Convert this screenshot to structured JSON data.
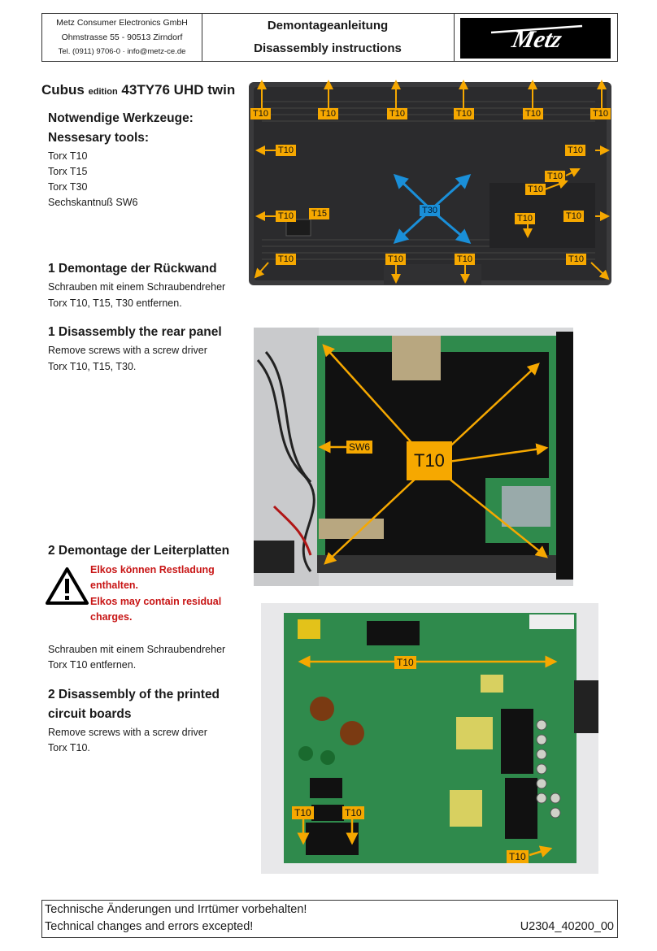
{
  "header": {
    "company": "Metz Consumer Electronics GmbH",
    "street": "Ohmstrasse 55 - 90513 Zirndorf",
    "contact": "Tel. (0911) 9706-0 · info@metz-ce.de",
    "title_de": "Demontageanleitung",
    "title_en": "Disassembly instructions",
    "logo_text": "Metz"
  },
  "model": {
    "prefix": "Cubus",
    "edition": "edition",
    "name": "43TY76 UHD twin"
  },
  "tools": {
    "heading_de": "Notwendige Werkzeuge:",
    "heading_en": "Nessesary tools:",
    "items": [
      "Torx T10",
      "Torx T15",
      "Torx T30",
      "Sechskantnuß SW6"
    ]
  },
  "step1": {
    "heading_de": "1 Demontage der Rückwand",
    "text_de_1": "Schrauben mit einem Schraubendreher",
    "text_de_2": "Torx T10, T15, T30 entfernen.",
    "heading_en": "1 Disassembly the rear panel",
    "text_en_1": "Remove screws with a screw driver",
    "text_en_2": "Torx T10, T15, T30."
  },
  "step2": {
    "heading_de": "2 Demontage der Leiterplatten",
    "warning": [
      "Elkos können Restladung",
      "enthalten.",
      "Elkos may contain residual",
      "charges."
    ],
    "text_de_1": "Schrauben mit einem Schraubendreher",
    "text_de_2": "Torx T10 entfernen.",
    "heading_en_1": "2 Disassembly of the printed",
    "heading_en_2": "circuit boards",
    "text_en_1": "Remove screws with a screw driver",
    "text_en_2": "Torx T10."
  },
  "photo1_labels": {
    "t10": "T10",
    "t15": "T15",
    "t30": "T30"
  },
  "photo2_labels": {
    "t10": "T10",
    "sw6": "SW6"
  },
  "photo3_labels": {
    "t10": "T10"
  },
  "footer": {
    "line1": "Technische Änderungen und Irrtümer vorbehalten!",
    "line2": "Technical changes and errors excepted!",
    "code": "U2304_40200_00"
  },
  "colors": {
    "label": "#f6a800",
    "t30": "#1a8fd8",
    "warning": "#c81515",
    "pcb": "#2f8a4c"
  }
}
